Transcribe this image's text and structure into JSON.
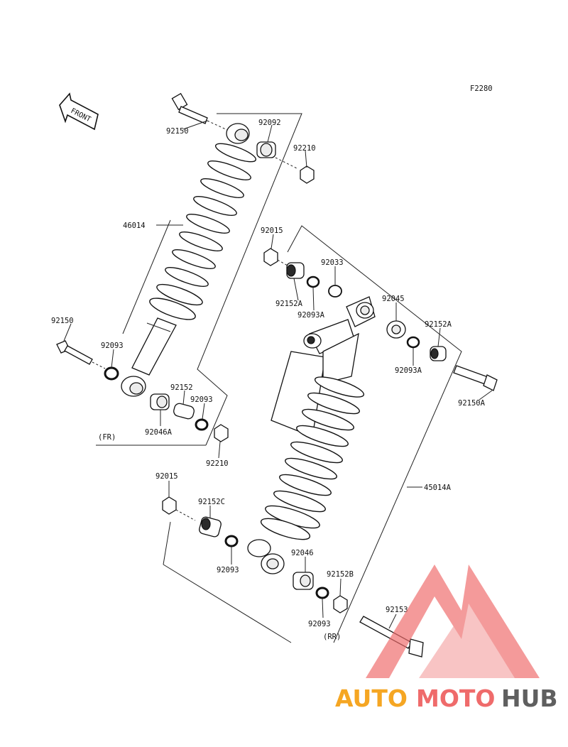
{
  "figure_code": "F2280",
  "front_label": "FRONT",
  "group_labels": {
    "front": "(FR)",
    "rear": "(RR)"
  },
  "parts": {
    "p92150_top": "92150",
    "p92092": "92092",
    "p92210_top": "92210",
    "p46014": "46014",
    "p92150_left": "92150",
    "p92093_left": "92093",
    "p92152_fr": "92152",
    "p92093_fr": "92093",
    "p92046A": "92046A",
    "p92210_bottom": "92210",
    "p92015_top": "92015",
    "p92033": "92033",
    "p92152A_left": "92152A",
    "p92093A_left": "92093A",
    "p92045": "92045",
    "p92152A_right": "92152A",
    "p92093A_right": "92093A",
    "p92150A": "92150A",
    "p45014A": "45014A",
    "p92015_bottom": "92015",
    "p92152C": "92152C",
    "p92093_rr_left": "92093",
    "p92046": "92046",
    "p92152B": "92152B",
    "p92153": "92153",
    "p92093_rr": "92093"
  },
  "watermark": {
    "auto": "AUTO",
    "moto": "MOTO",
    "hub": "HUB",
    "colors": {
      "auto": "#f5a623",
      "moto": "#ef6b6b",
      "hub": "#5f5f5f",
      "logo": "#ef6b6b"
    }
  }
}
